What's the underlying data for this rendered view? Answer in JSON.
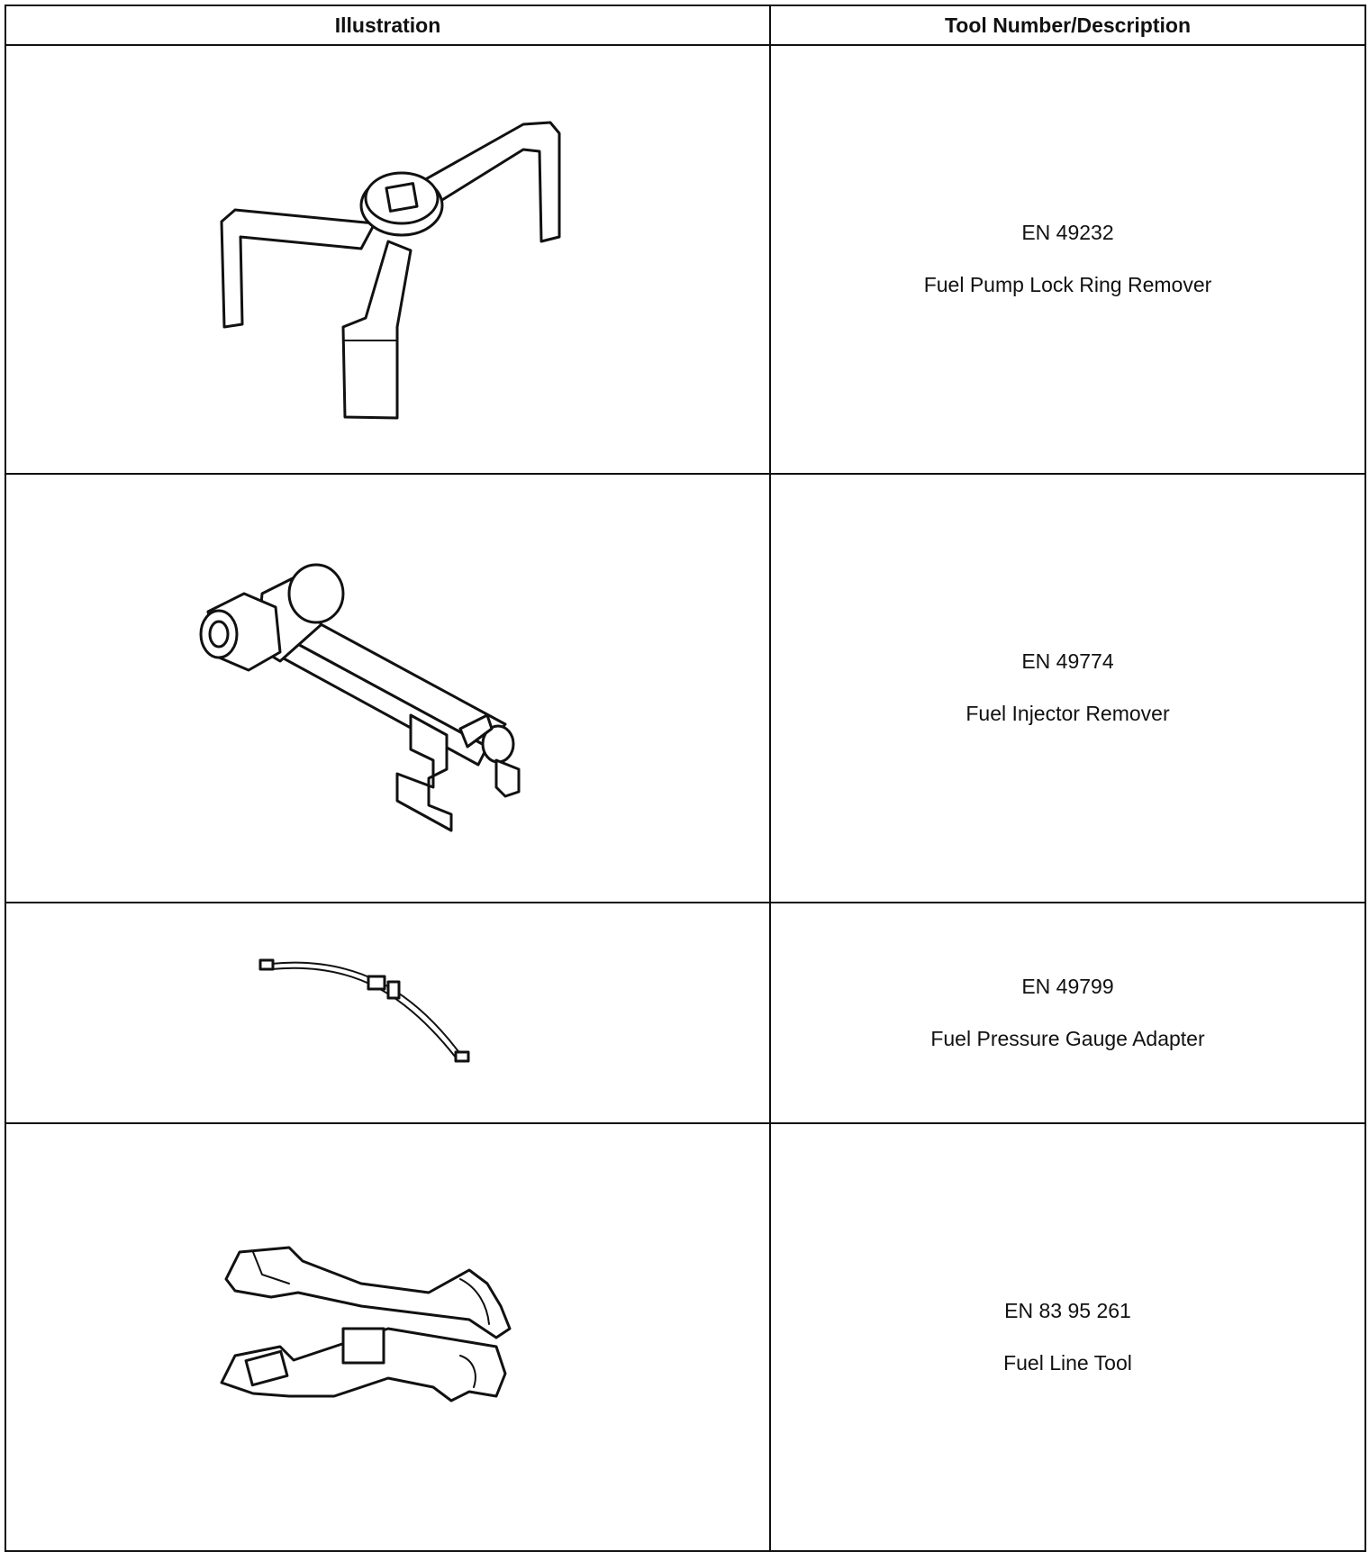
{
  "table": {
    "headers": {
      "illustration": "Illustration",
      "description": "Tool Number/Description"
    },
    "rows": [
      {
        "number": "EN 49232",
        "description": "Fuel Pump Lock Ring Remover",
        "icon": "lock-ring-remover-illustration"
      },
      {
        "number": "EN 49774",
        "description": "Fuel Injector Remover",
        "icon": "injector-remover-illustration"
      },
      {
        "number": "EN 49799",
        "description": "Fuel Pressure Gauge Adapter",
        "icon": "gauge-adapter-illustration"
      },
      {
        "number": "EN 83 95 261",
        "description": "Fuel Line Tool",
        "icon": "fuel-line-tool-illustration"
      }
    ]
  },
  "colors": {
    "line": "#111111",
    "background": "#ffffff"
  }
}
